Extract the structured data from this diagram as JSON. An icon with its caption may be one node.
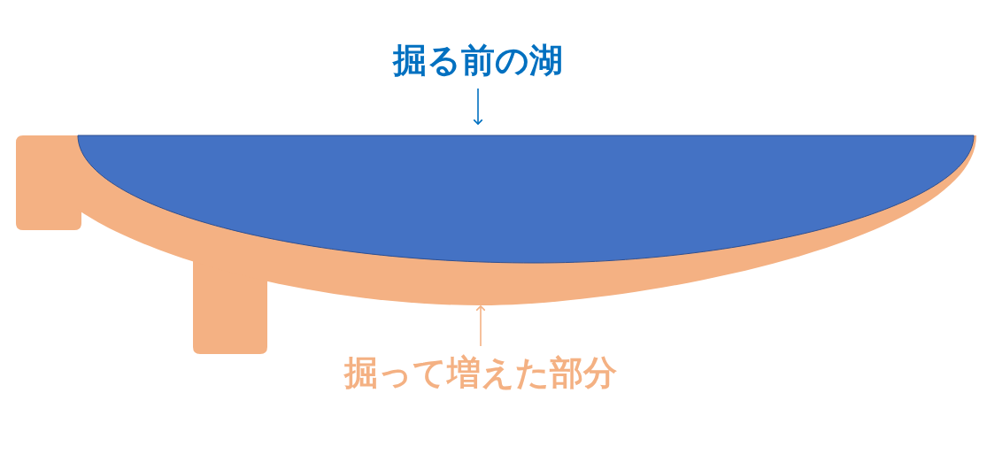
{
  "diagram": {
    "nodes": [
      {
        "text": [
          "掘る前の湖"
        ]
      },
      {
        "text": [],
        "shape": "ellipse",
        "in": 2
      },
      {
        "text": [],
        "shape": "band"
      },
      {
        "text": [
          "掘って増えた部分"
        ]
      }
    ],
    "edges": [
      {
        "from": 0,
        "to": 1,
        "arrow": "to",
        "color": "#0070c0"
      },
      {
        "from": 3,
        "to": 2,
        "arrow": "to",
        "color": "#f4b183"
      }
    ]
  }
}
